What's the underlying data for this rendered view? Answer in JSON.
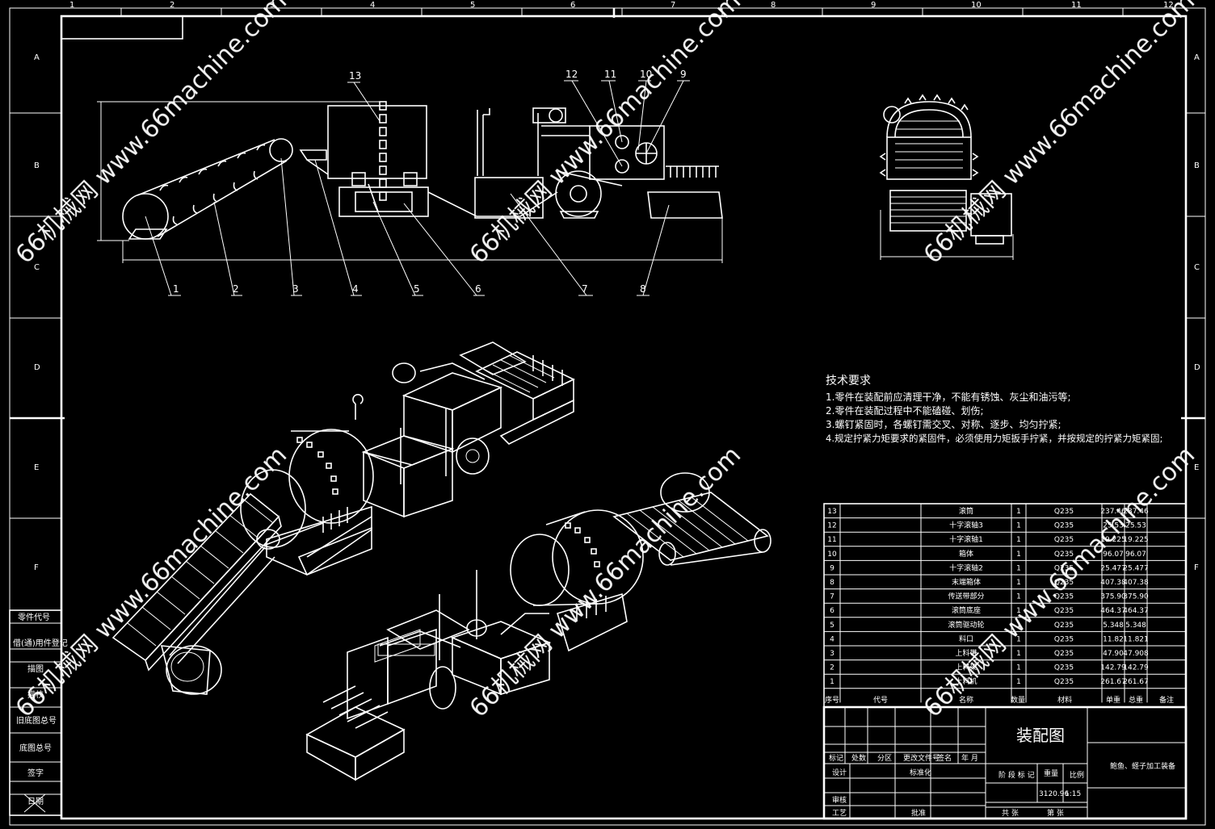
{
  "watermark": {
    "text_a": "66机械网 www.66machine.com",
    "text_b": "66机械网 www.66machine.com"
  },
  "grid": {
    "cols": [
      "1",
      "2",
      "3",
      "4",
      "5",
      "6",
      "7",
      "8",
      "9",
      "10",
      "11",
      "12"
    ],
    "rows": [
      "A",
      "B",
      "C",
      "D",
      "E",
      "F"
    ]
  },
  "callouts": [
    "1",
    "2",
    "3",
    "4",
    "5",
    "6",
    "7",
    "8",
    "9",
    "10",
    "11",
    "12",
    "13"
  ],
  "tech": {
    "title": "技术要求",
    "line1": "1.零件在装配前应清理干净，不能有锈蚀、灰尘和油污等;",
    "line2": "2.零件在装配过程中不能磕碰、划伤;",
    "line3": "3.螺钉紧固时，各螺钉需交叉、对称、逐步、均匀拧紧;",
    "line4": "4.规定拧紧力矩要求的紧固件，必须使用力矩扳手拧紧，并按规定的拧紧力矩紧固;"
  },
  "bom": {
    "rows": [
      {
        "no": "13",
        "name": "滚筒",
        "qty": "1",
        "mat": "Q235",
        "unit": "237.46",
        "total": "237.46"
      },
      {
        "no": "12",
        "name": "十字滚轴3",
        "qty": "1",
        "mat": "Q235",
        "unit": "25.53",
        "total": "25.53"
      },
      {
        "no": "11",
        "name": "十字滚轴1",
        "qty": "1",
        "mat": "Q235",
        "unit": "19.225",
        "total": "19.225"
      },
      {
        "no": "10",
        "name": "箱体",
        "qty": "1",
        "mat": "Q235",
        "unit": "96.07",
        "total": "96.07"
      },
      {
        "no": "9",
        "name": "十字滚轴2",
        "qty": "1",
        "mat": "Q235",
        "unit": "25.477",
        "total": "25.477"
      },
      {
        "no": "8",
        "name": "末端箱体",
        "qty": "1",
        "mat": "Q235",
        "unit": "407.38",
        "total": "407.38"
      },
      {
        "no": "7",
        "name": "传送带部分",
        "qty": "1",
        "mat": "Q235",
        "unit": "375.90",
        "total": "375.90"
      },
      {
        "no": "6",
        "name": "滚筒底座",
        "qty": "1",
        "mat": "Q235",
        "unit": "464.37",
        "total": "464.37"
      },
      {
        "no": "5",
        "name": "滚筒驱动轮",
        "qty": "1",
        "mat": "Q235",
        "unit": "5.348",
        "total": "5.348"
      },
      {
        "no": "4",
        "name": "料口",
        "qty": "1",
        "mat": "Q235",
        "unit": "11.82",
        "total": "11.821"
      },
      {
        "no": "3",
        "name": "上料带",
        "qty": "1",
        "mat": "Q235",
        "unit": "47.90",
        "total": "47.908"
      },
      {
        "no": "2",
        "name": "上料架",
        "qty": "1",
        "mat": "Q235",
        "unit": "142.79",
        "total": "142.79"
      },
      {
        "no": "1",
        "name": "上料机",
        "qty": "1",
        "mat": "Q235",
        "unit": "261.67",
        "total": "261.67"
      }
    ],
    "header": {
      "no": "序号",
      "code": "代号",
      "name": "名称",
      "qty": "数量",
      "mat": "材料",
      "unit": "单重",
      "total": "总重",
      "note": "备注"
    }
  },
  "titleblock": {
    "title": "装配图",
    "product": "鲍鱼、蛏子加工装备",
    "row_mark": "标记",
    "row_count": "处数",
    "row_zone": "分区",
    "row_doc": "更改文件号",
    "row_sign": "签名",
    "row_date": "年 月",
    "design": "设计",
    "std": "标准化",
    "check": "审核",
    "process": "工艺",
    "approve": "批准",
    "stage": "阶 段 标 记",
    "weight": "重量",
    "scale": "比例",
    "weight_val": "3120.96",
    "scale_val": "1:15",
    "sheets": "共  张",
    "sheet": "第  张"
  },
  "leftstrip": {
    "a": "零件代号",
    "b": "借(通)用件登记",
    "c": "描图",
    "d": "描校",
    "e": "旧底图总号",
    "f": "底图总号",
    "g": "签字",
    "h": "日期"
  }
}
